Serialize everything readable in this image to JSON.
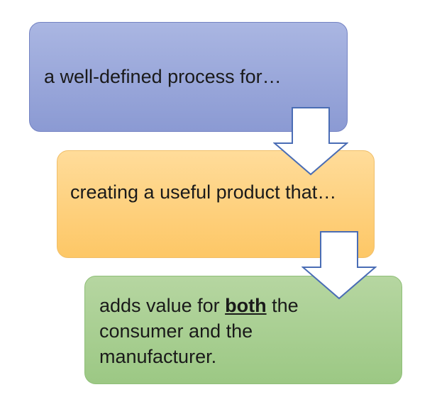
{
  "steps": [
    {
      "text": "a well-defined process for…"
    },
    {
      "text": "creating a useful product that…"
    },
    {
      "before": "adds value for ",
      "emphasis": "both",
      "after": " the consumer and the manufacturer."
    }
  ],
  "colors": {
    "step1_fill": "#8b9ad3",
    "step2_fill": "#fdc766",
    "step3_fill": "#9cc884",
    "arrow_fill": "#ffffff",
    "arrow_stroke": "#4a6db5"
  }
}
